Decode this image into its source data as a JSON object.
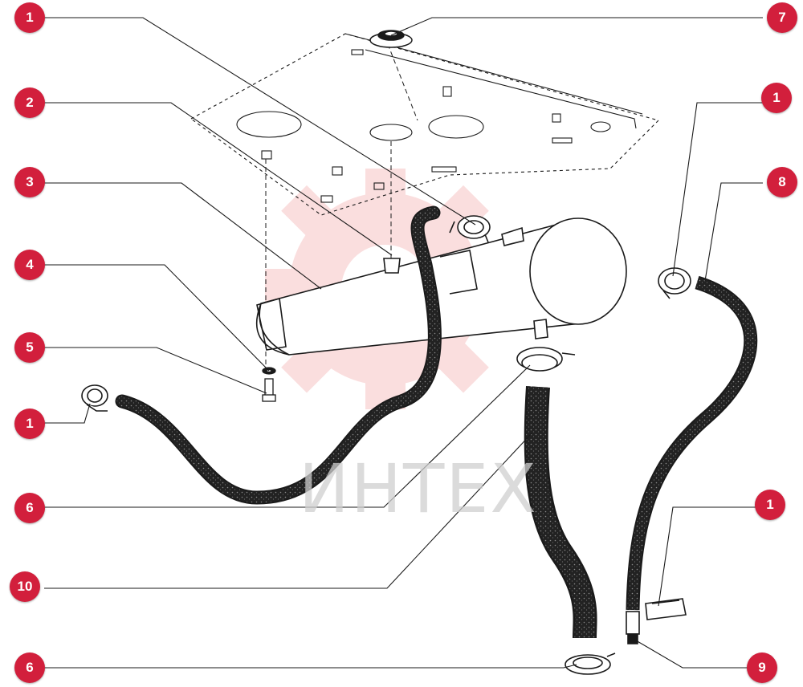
{
  "colors": {
    "callout": "#d21f3c",
    "line": "#1a1a1a",
    "hose": "#232323",
    "watermark": "#f2b3b3"
  },
  "watermark": {
    "text": "ИНТЕХ"
  },
  "callouts": [
    {
      "id": "c1-top",
      "label": "1"
    },
    {
      "id": "c7",
      "label": "7"
    },
    {
      "id": "c2",
      "label": "2"
    },
    {
      "id": "c1-right-top",
      "label": "1"
    },
    {
      "id": "c3",
      "label": "3"
    },
    {
      "id": "c8",
      "label": "8"
    },
    {
      "id": "c4",
      "label": "4"
    },
    {
      "id": "c5",
      "label": "5"
    },
    {
      "id": "c1-left",
      "label": "1"
    },
    {
      "id": "c6-mid",
      "label": "6"
    },
    {
      "id": "c1-right-bottom",
      "label": "1"
    },
    {
      "id": "c10",
      "label": "10"
    },
    {
      "id": "c6-bottom",
      "label": "6"
    },
    {
      "id": "c9",
      "label": "9"
    }
  ]
}
